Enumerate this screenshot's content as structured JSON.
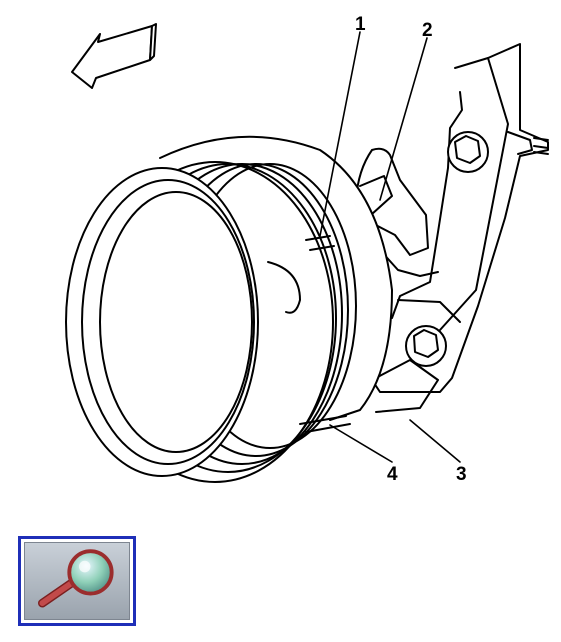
{
  "callouts": [
    "1",
    "2",
    "3",
    "4"
  ],
  "direction_arrow": "arrow-up-left-icon",
  "zoom_button": {
    "icon": "magnifier-icon"
  },
  "colors": {
    "line": "#000000",
    "button_border": "#1f2fb8",
    "lens": "#8fd0b8",
    "handle": "#c24a4a"
  }
}
